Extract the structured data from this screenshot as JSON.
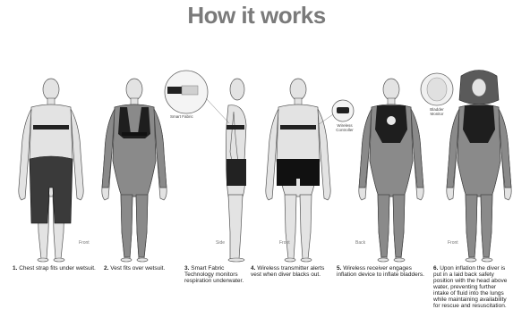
{
  "title": "How it works",
  "views": [
    "Front",
    "Side",
    "Front",
    "Back",
    "Front"
  ],
  "callouts": {
    "smart_fabric": "Smart Fabric",
    "wireless_controller": "Wireless\nController",
    "bladder": "Bladder\nMonitor"
  },
  "steps": [
    {
      "num": "1.",
      "text": "Chest strap fits under wetsuit."
    },
    {
      "num": "2.",
      "text": "Vest fits over wetsuit."
    },
    {
      "num": "3.",
      "text": "Smart Fabric Technology monitors respiration underwater."
    },
    {
      "num": "4.",
      "text": "Wireless transmitter alerts vest when diver blacks out."
    },
    {
      "num": "5.",
      "text": "Wireless receiver engages inflation device to inflate bladders."
    },
    {
      "num": "6.",
      "text": "Upon inflation the diver is put in a laid back safety position with the head above water, preventing further intake of fluid into the lungs while maintaining availability for rescue and resuscitation."
    }
  ]
}
